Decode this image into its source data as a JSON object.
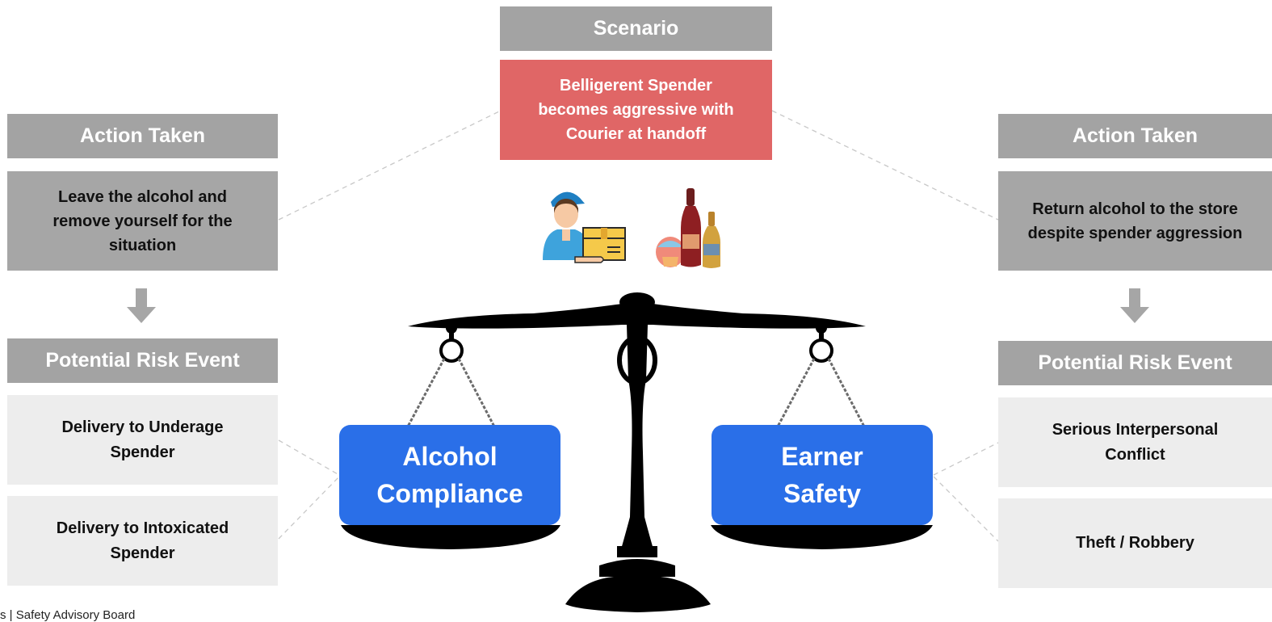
{
  "scenario": {
    "header": "Scenario",
    "text": "Belligerent Spender becomes aggressive with Courier at handoff"
  },
  "left": {
    "action_header": "Action Taken",
    "action_text": "Leave the alcohol and remove yourself for the situation",
    "risk_header": "Potential Risk Event",
    "risks": [
      "Delivery to Underage Spender",
      "Delivery to Intoxicated Spender"
    ]
  },
  "right": {
    "action_header": "Action Taken",
    "action_text": "Return alcohol to the store despite spender aggression",
    "risk_header": "Potential Risk Event",
    "risks": [
      "Serious Interpersonal Conflict",
      "Theft / Robbery"
    ]
  },
  "scale": {
    "left_pan": "Alcohol Compliance",
    "right_pan": "Earner Safety"
  },
  "footer": "s | Safety Advisory Board",
  "colors": {
    "header_gray": "#a3a3a3",
    "action_gray": "#a6a6a6",
    "risk_light": "#ededed",
    "scenario_red": "#e06666",
    "pan_blue": "#2a6fe8"
  },
  "icons": [
    "delivery-courier-icon",
    "alcohol-bottles-icon",
    "down-arrow-icon",
    "balance-scale"
  ]
}
